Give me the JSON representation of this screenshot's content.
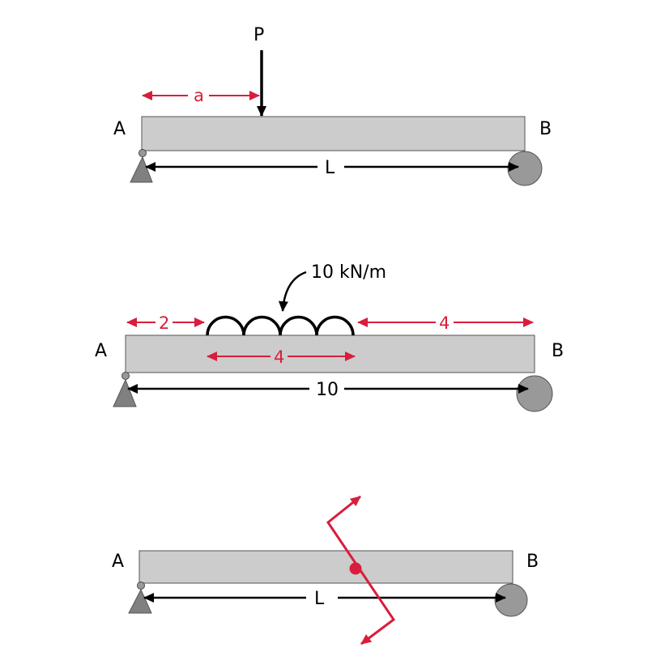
{
  "diagram1": {
    "label_a": "A",
    "label_b": "B",
    "load": "P",
    "dist_a": "a",
    "span": "L"
  },
  "diagram2": {
    "label_a": "A",
    "label_b": "B",
    "load": "10 kN/m",
    "left_gap": "2",
    "load_length": "4",
    "right_gap": "4",
    "span": "10"
  },
  "diagram3": {
    "label_a": "A",
    "label_b": "B",
    "span": "L"
  },
  "colors": {
    "beam": "#cccccc",
    "accent": "#d81e3c",
    "support": "#808080"
  }
}
